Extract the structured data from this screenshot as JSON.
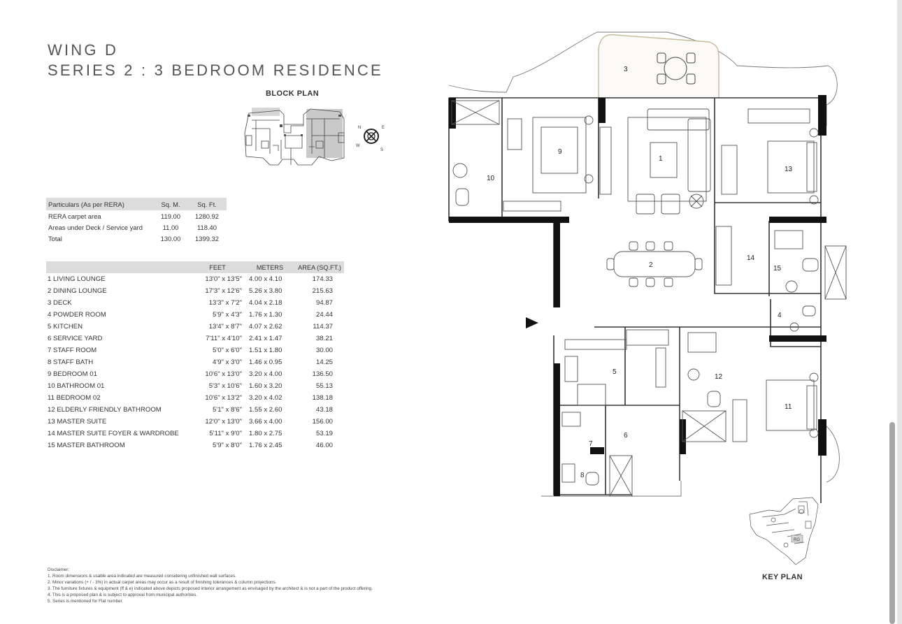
{
  "header": {
    "line1": "WING D",
    "line2": "SERIES 2 : 3 BEDROOM RESIDENCE"
  },
  "block_plan": {
    "label": "BLOCK PLAN"
  },
  "compass": {
    "n": "N",
    "e": "E",
    "s": "S",
    "w": "W"
  },
  "area_table": {
    "headers": [
      "Particulars (As per RERA)",
      "Sq. M.",
      "Sq. Ft."
    ],
    "rows": [
      [
        "RERA carpet area",
        "119.00",
        "1280.92"
      ],
      [
        "Areas under Deck / Service yard",
        "11.00",
        "118.40"
      ],
      [
        "Total",
        "130.00",
        "1399.32"
      ]
    ]
  },
  "room_table": {
    "headers": [
      "",
      "FEET",
      "METERS",
      "AREA (SQ.FT.)"
    ],
    "rows": [
      [
        "1 LIVING LOUNGE",
        "13'0\" x 13'5\"",
        "4.00 x 4.10",
        "174.33"
      ],
      [
        "2 DINING LOUNGE",
        "17'3\" x 12'6\"",
        "5.26 x 3.80",
        "215.63"
      ],
      [
        "3 DECK",
        "13'3\" x 7'2\"",
        "4.04 x 2.18",
        "94.87"
      ],
      [
        "4 POWDER ROOM",
        "5'9\" x 4'3\"",
        "1.76 x 1.30",
        "24.44"
      ],
      [
        "5 KITCHEN",
        "13'4\" x 8'7\"",
        "4.07 x 2.62",
        "114.37"
      ],
      [
        "6 SERVICE YARD",
        "7'11\" x 4'10\"",
        "2.41 x 1.47",
        "38.21"
      ],
      [
        "7 STAFF ROOM",
        "5'0\" x 6'0\"",
        "1.51 x 1.80",
        "30.00"
      ],
      [
        "8 STAFF BATH",
        "4'9\" x 3'0\"",
        "1.46 x 0.95",
        "14.25"
      ],
      [
        "9 BEDROOM 01",
        "10'6\" x 13'0\"",
        "3.20 x 4.00",
        "136.50"
      ],
      [
        "10 BATHROOM 01",
        "5'3\" x 10'6\"",
        "1.60 x 3.20",
        "55.13"
      ],
      [
        "11 BEDROOM 02",
        "10'6\" x 13'2\"",
        "3.20 x 4.02",
        "138.18"
      ],
      [
        "12 ELDERLY FRIENDLY BATHROOM",
        "5'1\" x 8'6\"",
        "1.55 x 2.60",
        "43.18"
      ],
      [
        "13 MASTER SUITE",
        "12'0\" x 13'0\"",
        "3.66 x 4.00",
        "156.00"
      ],
      [
        "14 MASTER SUITE FOYER & WARDROBE",
        "5'11\" x 9'0\"",
        "1.80 x 2.75",
        "53.19"
      ],
      [
        "15 MASTER BATHROOM",
        "5'9\" x 8'0\"",
        "1.76 x 2.45",
        "46.00"
      ]
    ]
  },
  "disclaimer": {
    "title": "Disclaimer:",
    "lines": [
      "1. Room dimensions & usable area indicated are measured considering unfinished wall surfaces.",
      "2. Minor variations (+ / - 3%) in actual carpet areas may occur as a result of finishing tolerances & column projections.",
      "3. The furniture fixtures & equipment (ff & e) indicated above depicts proposed interior arrangement as envisaged by the architect & is not a part of the product offering.",
      "4. This is a proposed plan & is subject to approval from municipal authorities.",
      "5. Series is mentioned for Flat number."
    ]
  },
  "floor_plan": {
    "room_numbers": [
      "1",
      "2",
      "3",
      "4",
      "5",
      "6",
      "7",
      "8",
      "9",
      "10",
      "11",
      "12",
      "13",
      "14",
      "15"
    ]
  },
  "key_plan": {
    "label": "KEY PLAN",
    "marker": "RG"
  }
}
